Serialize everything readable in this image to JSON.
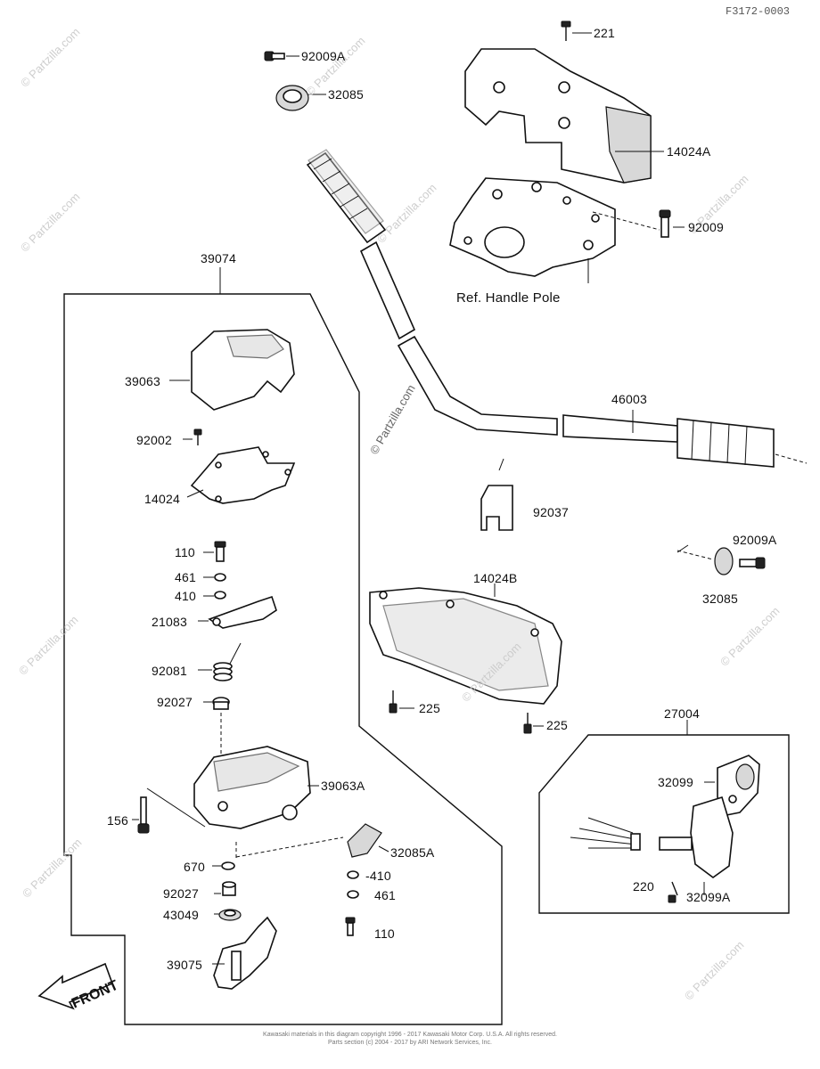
{
  "diagram_code": "F3172-0003",
  "labels": {
    "p221": "221",
    "p92009A_top": "92009A",
    "p32085_top": "32085",
    "p14024A": "14024A",
    "p92009": "92009",
    "ref_handle_pole": "Ref. Handle Pole",
    "p39074": "39074",
    "p39063": "39063",
    "p92002": "92002",
    "p14024": "14024",
    "p110_upper": "110",
    "p461_upper": "461",
    "p410_upper": "410",
    "p21083": "21083",
    "p92081": "92081",
    "p92027_upper": "92027",
    "p39063A": "39063A",
    "p156": "156",
    "p32085A": "32085A",
    "p670": "670",
    "p410_lower": "-410",
    "p92027_lower": "92027",
    "p461_lower": "461",
    "p43049": "43049",
    "p110_lower": "110",
    "p39075": "39075",
    "p46003": "46003",
    "p92037": "92037",
    "p92009A_right": "92009A",
    "p32085_right": "32085",
    "p14024B": "14024B",
    "p225_a": "225",
    "p225_b": "225",
    "p27004": "27004",
    "p32099": "32099",
    "p220": "220",
    "p32099A": "32099A"
  },
  "front_label": "FRONT",
  "watermark": "© Partzilla.com",
  "footer_line1": "Kawasaki materials in this diagram copyright 1996 - 2017 Kawasaki Motor Corp. U.S.A. All rights reserved.",
  "footer_line2": "Parts section (c) 2004 - 2017 by ARI Network Services, Inc."
}
